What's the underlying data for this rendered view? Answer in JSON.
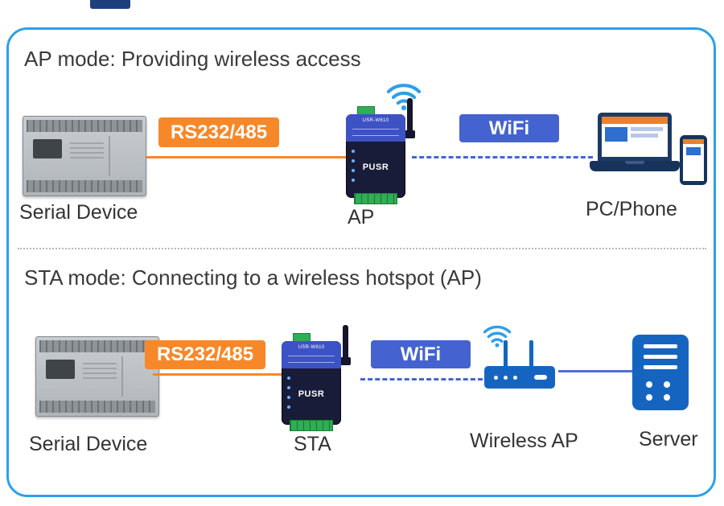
{
  "frame": {
    "border_color": "#2da0e9"
  },
  "colors": {
    "orange_link": "#f6882a",
    "wifi_badge_blue": "#4463d0",
    "dashed_link_blue": "#4565d2",
    "icon_blue": "#1565c0",
    "wifi_arc_blue": "#2d9fe9"
  },
  "icons": {
    "wifi_signal": "three radiating arcs with dot",
    "serial_device": "PLC controller illustration",
    "wifi_converter": "USR serial-to-WiFi device with antenna",
    "laptop": "laptop showing web page",
    "phone": "smartphone",
    "wireless_router": "router with two antennas",
    "server": "server rack"
  },
  "device": {
    "brand": "PUSR",
    "model": "USR-W610"
  },
  "sections": {
    "ap": {
      "title": "AP mode: Providing wireless access",
      "serial_device_label": "Serial Device",
      "serial_link_label": "RS232/485",
      "device_label": "AP",
      "wireless_link_label": "WiFi",
      "client_label": "PC/Phone"
    },
    "sta": {
      "title": "STA mode: Connecting to a wireless hotspot (AP)",
      "serial_device_label": "Serial Device",
      "serial_link_label": "RS232/485",
      "device_label": "STA",
      "wireless_link_label": "WiFi",
      "hotspot_label": "Wireless AP",
      "server_label": "Server"
    }
  }
}
